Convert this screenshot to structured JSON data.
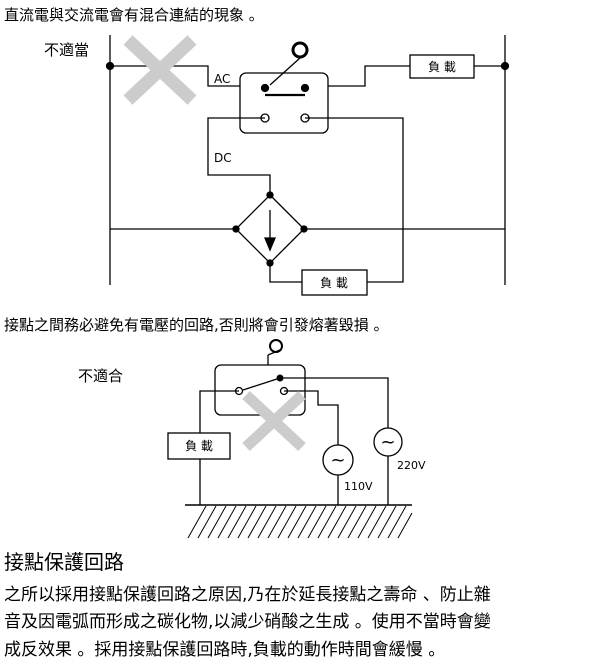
{
  "text": {
    "line1": "直流電與交流電會有混合連結的現象 。",
    "line2": "接點之間務必避免有電壓的回路,否則將會引發熔著毀損 。",
    "heading": "接點保護回路",
    "para1": "之所以採用接點保護回路之原因,乃在於延長接點之壽命 、防止雜",
    "para2": "音及因電弧而形成之碳化物,以減少硝酸之生成 。使用不當時會變",
    "para3": "成反效果 。採用接點保護回路時,負載的動作時間會緩慢 。"
  },
  "diagram1": {
    "label_bad": "不適當",
    "label_ac": "AC",
    "label_dc": "DC",
    "load_top": "負  載",
    "load_bottom": "負  載"
  },
  "diagram2": {
    "label_bad": "不適合",
    "load": "負  載",
    "v110": "110V",
    "v220": "220V",
    "tilde": "~"
  },
  "colors": {
    "cross": "#cccccc",
    "line": "#000000"
  }
}
